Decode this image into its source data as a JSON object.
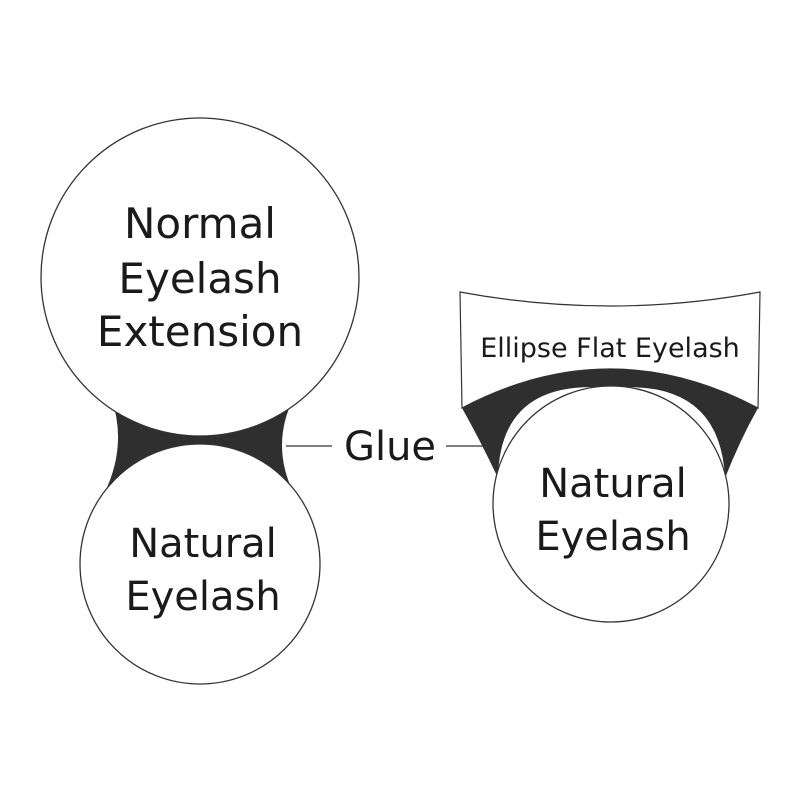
{
  "left_group": {
    "extension_label_lines": [
      "Normal",
      "Eyelash",
      "Extension"
    ],
    "natural_label_lines": [
      "Natural",
      "Eyelash"
    ]
  },
  "glue_label": "Glue",
  "right_group": {
    "extension_label": "Ellipse Flat Eyelash",
    "natural_label_lines": [
      "Natural",
      "Eyelash"
    ]
  },
  "colors": {
    "outline": "#333333",
    "glue_fill": "#2f2f2f",
    "background": "#ffffff"
  }
}
